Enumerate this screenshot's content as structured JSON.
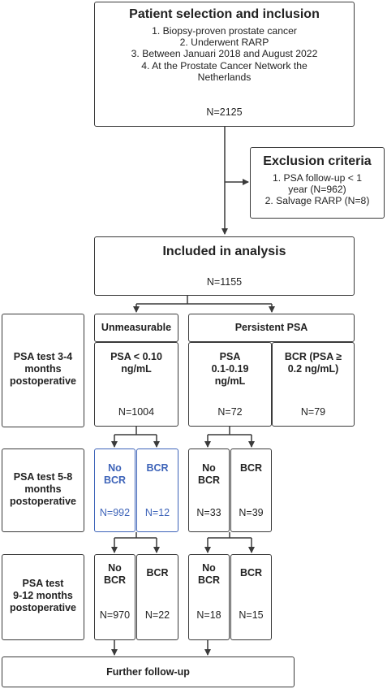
{
  "selection": {
    "title": "Patient selection and inclusion",
    "items": [
      "1. Biopsy-proven prostate cancer",
      "2. Underwent RARP",
      "3. Between Januari 2018 and August 2022",
      "4. At the Prostate Cancer Network the",
      "Netherlands"
    ],
    "n": "N=2125"
  },
  "exclusion": {
    "title": "Exclusion criteria",
    "items": [
      "1. PSA follow-up < 1",
      "year (N=962)",
      "2. Salvage RARP (N=8)"
    ]
  },
  "included": {
    "title": "Included in analysis",
    "n": "N=1155"
  },
  "rows": {
    "r1": [
      "PSA test 3-4",
      "months",
      "postoperative"
    ],
    "r2": [
      "PSA test 5-8",
      "months",
      "postoperative"
    ],
    "r3": [
      "PSA test",
      "9-12 months",
      "postoperative"
    ]
  },
  "groups": {
    "unmeasurable": "Unmeasurable",
    "persistent": "Persistent PSA"
  },
  "level1": {
    "low": {
      "label": [
        "PSA < 0.10",
        "ng/mL"
      ],
      "n": "N=1004"
    },
    "mid": {
      "label": [
        "PSA",
        "0.1-0.19",
        "ng/mL"
      ],
      "n": "N=72"
    },
    "bcr": {
      "label": [
        "BCR (PSA ≥",
        "0.2 ng/mL)"
      ],
      "n": "N=79"
    }
  },
  "level2": {
    "a_nobcr": {
      "label": [
        "No",
        "BCR"
      ],
      "n": "N=992"
    },
    "a_bcr": {
      "label": [
        "BCR"
      ],
      "n": "N=12"
    },
    "b_nobcr": {
      "label": [
        "No",
        "BCR"
      ],
      "n": "N=33"
    },
    "b_bcr": {
      "label": [
        "BCR"
      ],
      "n": "N=39"
    }
  },
  "level3": {
    "a_nobcr": {
      "label": [
        "No",
        "BCR"
      ],
      "n": "N=970"
    },
    "a_bcr": {
      "label": [
        "BCR"
      ],
      "n": "N=22"
    },
    "b_nobcr": {
      "label": [
        "No",
        "BCR"
      ],
      "n": "N=18"
    },
    "b_bcr": {
      "label": [
        "BCR"
      ],
      "n": "N=15"
    }
  },
  "followup": "Further follow-up",
  "colors": {
    "line": "#3a3a3a",
    "highlight": "#3d63b8"
  }
}
